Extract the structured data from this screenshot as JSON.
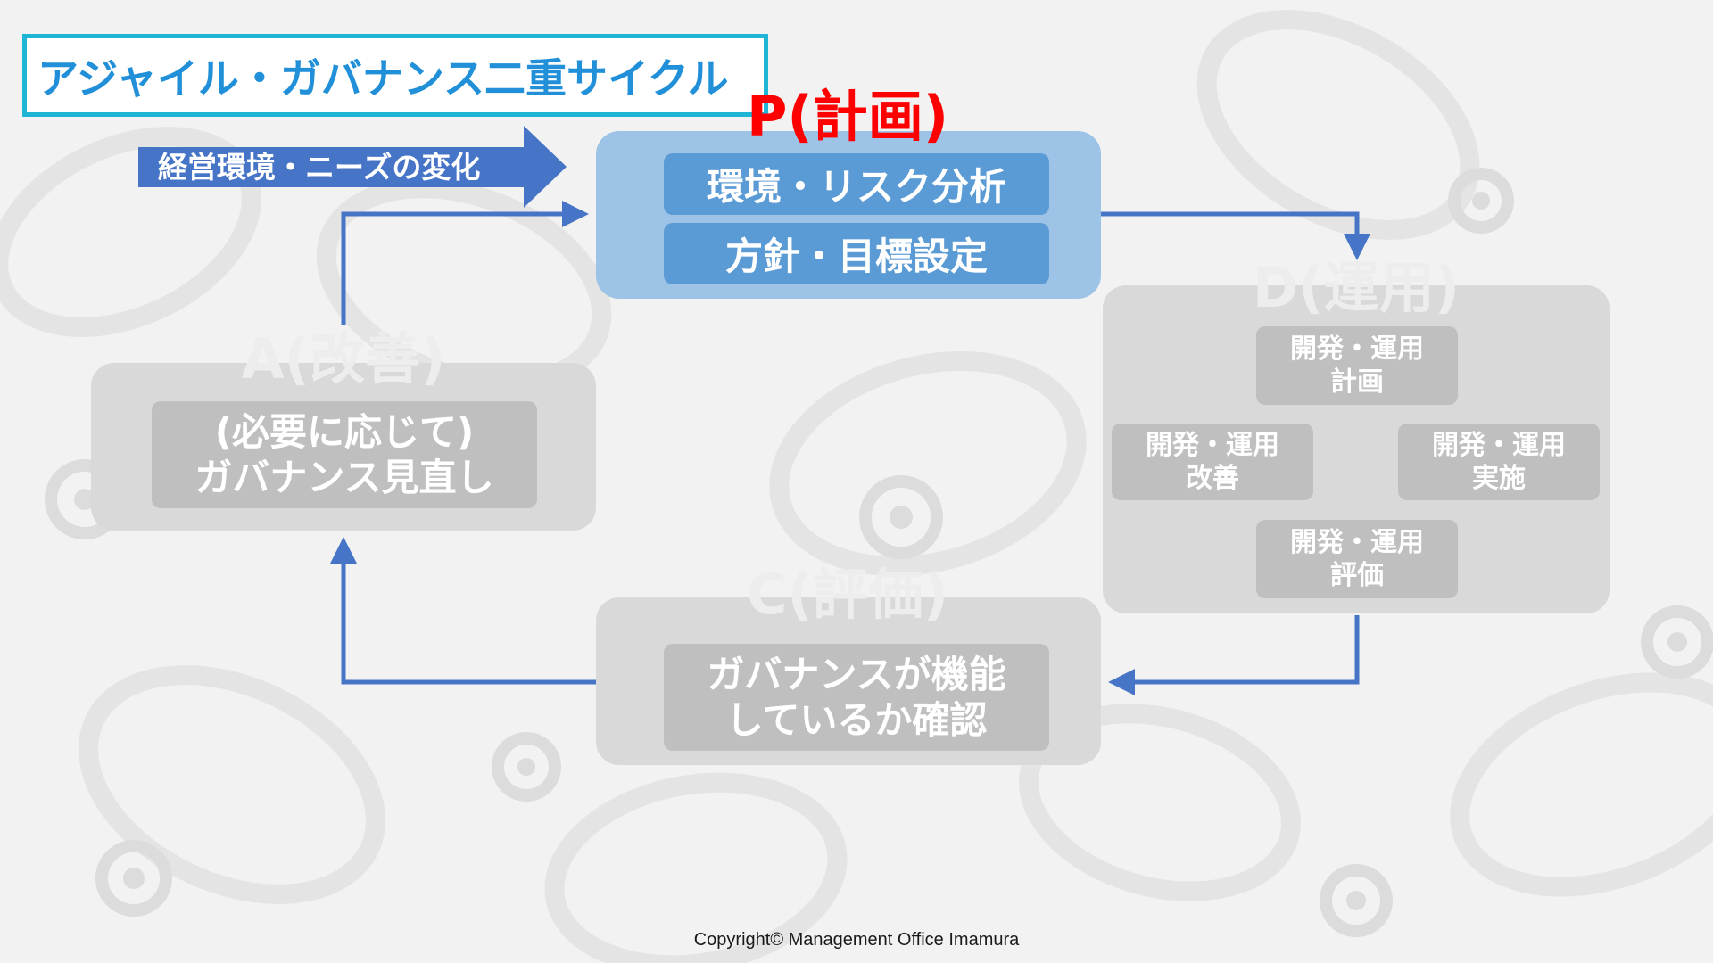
{
  "title": "アジャイル・ガバナンス二重サイクル",
  "input_arrow": {
    "label": "経営環境・ニーズの変化"
  },
  "phases": {
    "plan": {
      "label": "P(計画)",
      "items": [
        "環境・リスク分析",
        "方針・目標設定"
      ]
    },
    "do": {
      "label": "D(運用)",
      "cycle": {
        "plan": [
          "開発・運用",
          "計画"
        ],
        "execute": [
          "開発・運用",
          "実施"
        ],
        "evaluate": [
          "開発・運用",
          "評価"
        ],
        "improve": [
          "開発・運用",
          "改善"
        ]
      }
    },
    "check": {
      "label": "C(評価)",
      "lines": [
        "ガバナンスが機能",
        "しているか確認"
      ]
    },
    "act": {
      "label": "A(改善)",
      "lines": [
        "(必要に応じて)",
        "ガバナンス見直し"
      ]
    }
  },
  "colors": {
    "title_border": "#1fb6d6",
    "title_text": "#2190d8",
    "arrow_blue": "#4674c6",
    "plan_box": "#9dc3e6",
    "plan_item": "#5b9bd5",
    "inactive_box": "#d9d9d9",
    "inactive_item": "#bfbfbf",
    "plan_label": "#ff0000",
    "inner_arrow": "#a6a6a6"
  },
  "footer": {
    "copyright": "Copyright© Management Office Imamura"
  }
}
